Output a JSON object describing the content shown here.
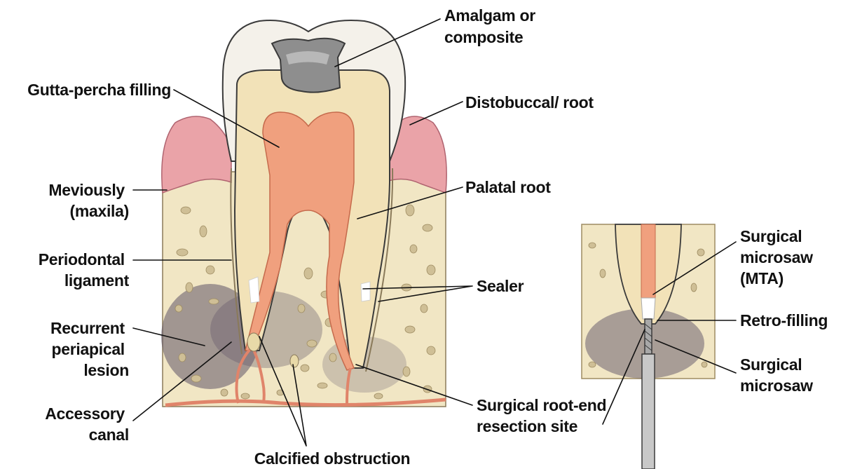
{
  "labels": {
    "amalgam": [
      "Amalgam or",
      "composite"
    ],
    "gutta_percha": [
      "Gutta-percha filling"
    ],
    "distobuccal_root": [
      "Distobuccal/ root"
    ],
    "meviously": [
      "Meviously",
      "(maxila)"
    ],
    "palatal_root": [
      "Palatal root"
    ],
    "periodontal": [
      "Periodontal",
      "ligament"
    ],
    "sealer": [
      "Sealer"
    ],
    "recurrent": [
      "Recurrent",
      "periapical",
      "lesion"
    ],
    "accessory": [
      "Accessory",
      "canal"
    ],
    "calcified": [
      "Calcified obstruction"
    ],
    "resection": [
      "Surgical root-end",
      "resection site"
    ],
    "microsaw_mta": [
      "Surgical",
      "microsaw",
      "(MTA)"
    ],
    "retro_filling": [
      "Retro-filling"
    ],
    "microsaw": [
      "Surgical",
      "microsaw"
    ]
  },
  "colors": {
    "enamel": "#f4f1ea",
    "dentin": "#f2e2b8",
    "pulp": "#f0a07e",
    "gum": "#eaa3a8",
    "bone": "#f1e6c4",
    "bone_pores": "#cfbf96",
    "lesion": "#5f5468",
    "filling": "#8e8e8e",
    "outline": "#3a3a3a"
  }
}
